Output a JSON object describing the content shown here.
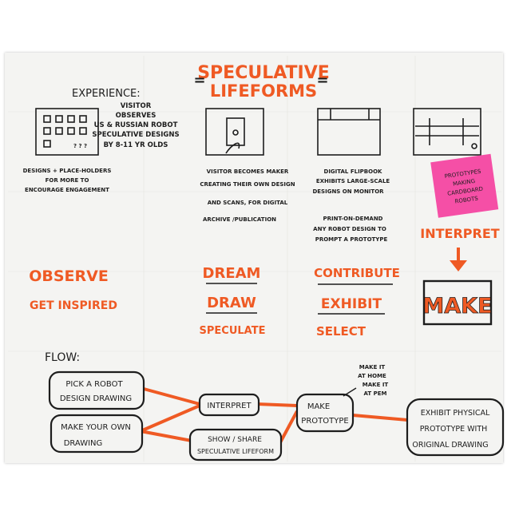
{
  "title": {
    "line1": "SPECULATIVE",
    "line2": "LIFEFORMS"
  },
  "experience_label": "EXPERIENCE:",
  "equals": "=",
  "columns": [
    {
      "note": [
        "VISITOR",
        "OBSERVES",
        "US & RUSSIAN ROBOT",
        "SPECULATIVE DESIGNS",
        "BY 8-11 YR OLDS"
      ],
      "caption": [
        "DESIGNS + PLACE-HOLDERS",
        "FOR MORE TO",
        "ENCOURAGE ENGAGEMENT"
      ],
      "question_marks": "? ? ?",
      "verbs": [
        "OBSERVE",
        "GET INSPIRED"
      ]
    },
    {
      "caption": [
        "VISITOR BECOMES MAKER",
        "CREATING THEIR OWN DESIGN",
        "AND SCANS, FOR DIGITAL",
        "ARCHIVE /PUBLICATION"
      ],
      "verbs": [
        "DREAM",
        "DRAW",
        "SPECULATE"
      ]
    },
    {
      "caption": [
        "DIGITAL FLIPBOOK",
        "EXHIBITS LARGE-SCALE",
        "DESIGNS ON MONITOR",
        "",
        "PRINT-ON-DEMAND",
        "ANY ROBOT DESIGN TO",
        "PROMPT A PROTOTYPE"
      ],
      "verbs": [
        "CONTRIBUTE",
        "EXHIBIT",
        "SELECT"
      ]
    },
    {
      "sticky": [
        "PROTOTYPES",
        "MAKING",
        "CARDBOARD",
        "ROBOTS"
      ],
      "verbs": [
        "INTERPRET",
        "MAKE"
      ]
    }
  ],
  "flow": {
    "label": "FLOW:",
    "nodes": {
      "pick": [
        "PICK A ROBOT",
        "DESIGN DRAWING"
      ],
      "own": [
        "MAKE YOUR OWN",
        "DRAWING"
      ],
      "interpret": [
        "INTERPRET"
      ],
      "share": [
        "SHOW / SHARE",
        "SPECULATIVE LIFEFORM"
      ],
      "make": [
        "MAKE",
        "PROTOTYPE"
      ],
      "exhibit": [
        "EXHIBIT PHYSICAL",
        "PROTOTYPE WITH",
        "ORIGINAL DRAWING"
      ]
    },
    "home_note": [
      "MAKE IT",
      "AT HOME",
      "MAKE IT",
      "AT PEM"
    ]
  },
  "colors": {
    "ink": "#1d1d1d",
    "accent": "#ef5a24",
    "sticky": "#f54fa6",
    "paper": "#f4f4f2"
  }
}
